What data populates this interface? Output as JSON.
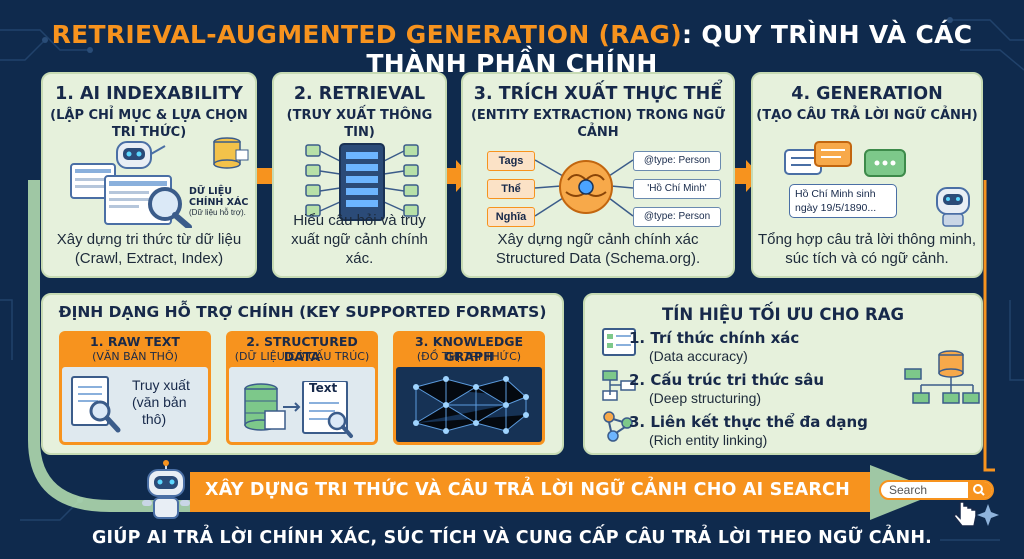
{
  "title": {
    "part1": "RETRIEVAL-AUGMENTED GENERATION (RAG)",
    "part2": ": QUY TRÌNH VÀ CÁC THÀNH PHẦN CHÍNH"
  },
  "steps": [
    {
      "title": "1. AI INDEXABILITY",
      "subtitle": "(LẬP CHỈ MỤC & LỰA CHỌN TRI THỨC)",
      "desc1": "Xây dựng tri thức từ dữ liệu",
      "desc2": "(Crawl, Extract, Index)",
      "note1": "DỮ LIỆU",
      "note2": "CHÍNH XÁC",
      "note3": "(Dữ liệu hỗ trợ)."
    },
    {
      "title": "2. RETRIEVAL",
      "subtitle": "(TRUY XUẤT THÔNG TIN)",
      "desc1": "Hiểu câu hỏi và truy",
      "desc2": "xuất ngữ cảnh chính xác."
    },
    {
      "title": "3. TRÍCH XUẤT THỰC THỂ",
      "subtitle": "(ENTITY EXTRACTION) TRONG NGỮ CẢNH",
      "desc1": "Xây dựng ngữ cảnh chính xác",
      "desc2": "Structured Data (Schema.org).",
      "left_tags": [
        "Tags",
        "Thể",
        "Nghĩa"
      ],
      "right_tags": [
        "@type: Person",
        "'Hồ Chí Minh'",
        "@type: Person"
      ]
    },
    {
      "title": "4. GENERATION",
      "subtitle": "(TẠO CÂU TRẢ LỜI NGỮ CẢNH)",
      "desc1": "Tổng hợp câu trả lời thông minh,",
      "desc2": "súc tích và có ngữ cảnh.",
      "bubble1": "Hồ Chí Minh sinh",
      "bubble2": "ngày 19/5/1890..."
    }
  ],
  "formats": {
    "title": "ĐỊNH DẠNG HỖ TRỢ CHÍNH (KEY SUPPORTED FORMATS)",
    "items": [
      {
        "title": "1. RAW TEXT",
        "subtitle": "(VĂN BẢN THÔ)",
        "text1": "Truy xuất",
        "text2": "(văn bản",
        "text3": "thô)"
      },
      {
        "title": "2. STRUCTURED DATA",
        "subtitle": "(DỮ LIỆU CÓ CẤU TRÚC)",
        "doc_label": "Text"
      },
      {
        "title": "3. KNOWLEDGE GRAPH",
        "subtitle": "(ĐỒ THỊ TRI THỨC)"
      }
    ]
  },
  "signals": {
    "title": "TÍN HIỆU TỐI ƯU CHO RAG",
    "items": [
      {
        "label": "1. Trí thức chính xác",
        "sub": "(Data accuracy)"
      },
      {
        "label": "2. Cấu trúc tri thức sâu",
        "sub": "(Deep structuring)"
      },
      {
        "label": "3. Liên kết thực thể đa dạng",
        "sub": "(Rich entity linking)"
      }
    ]
  },
  "banner": "XÂY DỰNG TRI THỨC VÀ CÂU TRẢ LỜI NGỮ CẢNH CHO AI SEARCH",
  "search": {
    "placeholder": "Search"
  },
  "footer": "GIÚP AI TRẢ LỜI CHÍNH XÁC, SÚC TÍCH VÀ CUNG CẤP CÂU TRẢ LỜI THEO NGỮ CẢNH.",
  "colors": {
    "accent": "#f7931e",
    "background": "#0f2a4d",
    "card": "#e6f1dc",
    "text": "#17294a"
  }
}
